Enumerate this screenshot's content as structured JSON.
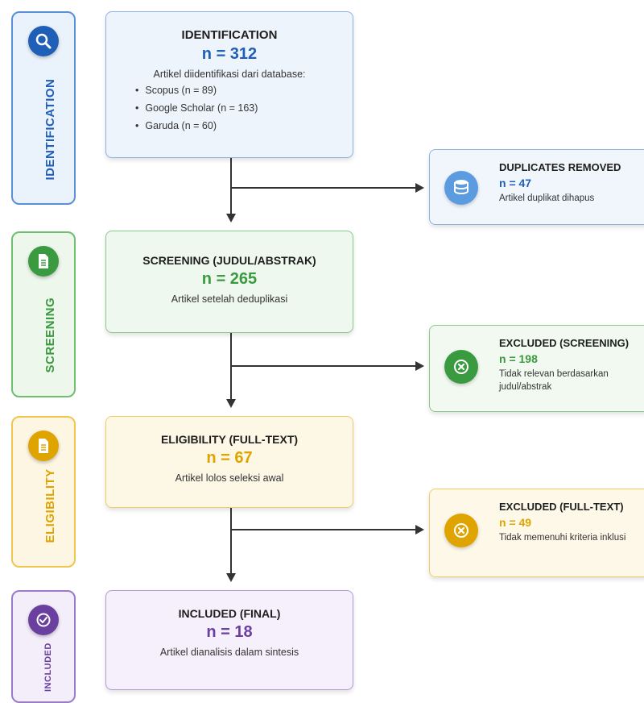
{
  "colors": {
    "blue": "#1f5fb8",
    "green": "#3a9a3f",
    "yellow": "#e0a400",
    "purple": "#6a3fa0"
  },
  "stages": [
    {
      "label": "IDENTIFICATION",
      "icon": "search-icon"
    },
    {
      "label": "SCREENING",
      "icon": "document-icon"
    },
    {
      "label": "ELIGIBILITY",
      "icon": "document-icon"
    },
    {
      "label": "INCLUDED",
      "icon": "check-circle-icon"
    }
  ],
  "identification": {
    "title": "IDENTIFICATION",
    "n": "n = 312",
    "desc": "Artikel diidentifikasi dari database:",
    "sources": [
      "Scopus (n = 89)",
      "Google Scholar (n = 163)",
      "Garuda (n = 60)"
    ]
  },
  "screening": {
    "title": "SCREENING (JUDUL/ABSTRAK)",
    "n": "n = 265",
    "desc": "Artikel setelah deduplikasi"
  },
  "eligibility": {
    "title": "ELIGIBILITY (FULL-TEXT)",
    "n": "n = 67",
    "desc": "Artikel lolos seleksi awal"
  },
  "included": {
    "title": "INCLUDED (FINAL)",
    "n": "n = 18",
    "desc": "Artikel dianalisis dalam sintesis"
  },
  "duplicates": {
    "title": "DUPLICATES REMOVED",
    "n": "n = 47",
    "desc": "Artikel duplikat dihapus",
    "icon": "database-icon"
  },
  "excluded_screening": {
    "title": "EXCLUDED (SCREENING)",
    "n": "n = 198",
    "desc": "Tidak relevan berdasarkan judul/abstrak",
    "icon": "x-circle-icon"
  },
  "excluded_fulltext": {
    "title": "EXCLUDED (FULL-TEXT)",
    "n": "n = 49",
    "desc": "Tidak memenuhi kriteria inklusi",
    "icon": "x-circle-icon"
  }
}
